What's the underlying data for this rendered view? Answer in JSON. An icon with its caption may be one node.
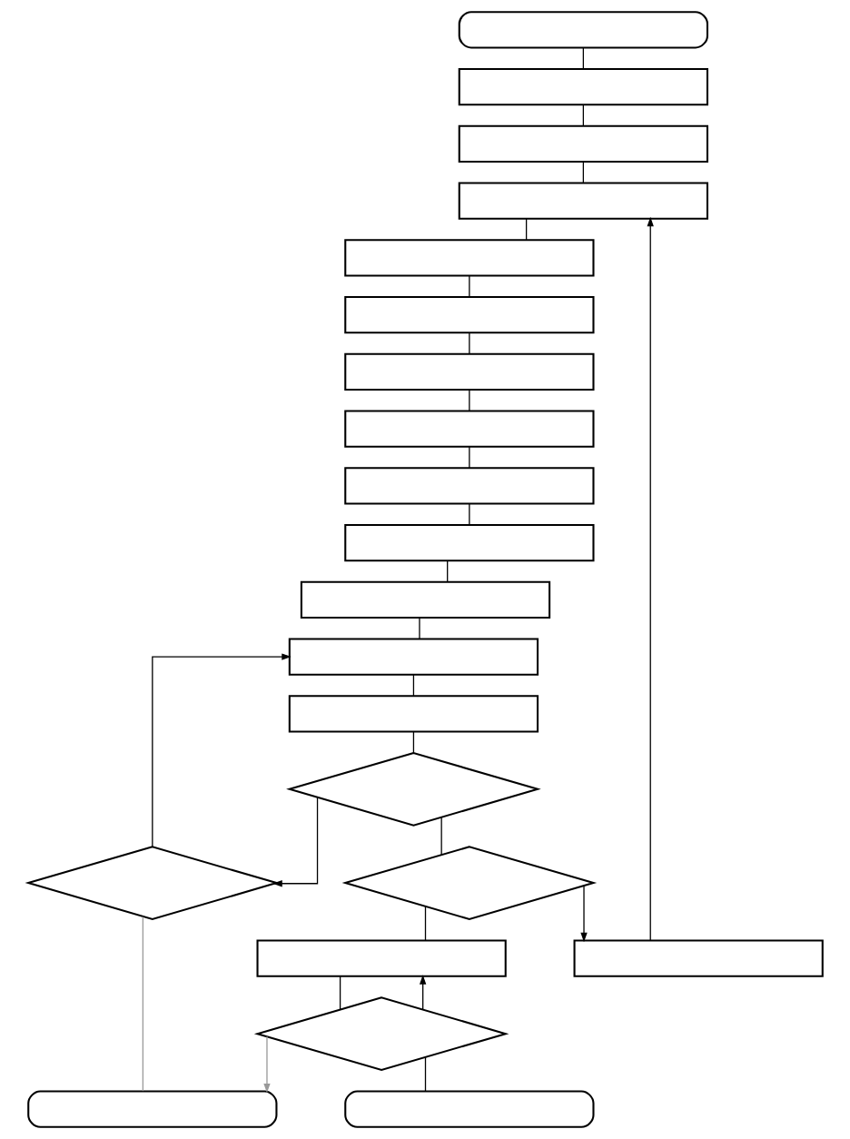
{
  "diagram": {
    "nodes": [
      {
        "text": [],
        "shape": "terminal"
      },
      {
        "text": [],
        "shape": "box"
      },
      {
        "text": [],
        "shape": "box"
      },
      {
        "text": [],
        "shape": "box"
      },
      {
        "text": [],
        "shape": "box"
      },
      {
        "text": [],
        "shape": "box"
      },
      {
        "text": [],
        "shape": "box"
      },
      {
        "text": [],
        "shape": "box"
      },
      {
        "text": [],
        "shape": "box"
      },
      {
        "text": [],
        "shape": "box"
      },
      {
        "text": [],
        "shape": "box"
      },
      {
        "text": [],
        "shape": "box"
      },
      {
        "text": [],
        "shape": "box"
      },
      {
        "text": [],
        "shape": "box"
      },
      {
        "text": [],
        "shape": "diamond"
      },
      {
        "text": [],
        "shape": "diamond"
      },
      {
        "text": [],
        "shape": "diamond"
      },
      {
        "text": [],
        "shape": "box"
      },
      {
        "text": [],
        "shape": "diamond"
      },
      {
        "text": [],
        "shape": "terminal"
      },
      {
        "text": [],
        "shape": "terminal"
      }
    ],
    "edges": [
      {
        "from": 0,
        "to": 1,
        "arrow": "none"
      },
      {
        "from": 1,
        "to": 2,
        "arrow": "none"
      },
      {
        "from": 2,
        "to": 3,
        "arrow": "none"
      },
      {
        "from": 3,
        "to": 4,
        "arrow": "none"
      },
      {
        "from": 4,
        "to": 5,
        "arrow": "none"
      },
      {
        "from": 5,
        "to": 6,
        "arrow": "none"
      },
      {
        "from": 6,
        "to": 7,
        "arrow": "none"
      },
      {
        "from": 7,
        "to": 8,
        "arrow": "none"
      },
      {
        "from": 8,
        "to": 9,
        "arrow": "none"
      },
      {
        "from": 9,
        "to": 11,
        "arrow": "none"
      },
      {
        "from": 11,
        "to": 12,
        "arrow": "none"
      },
      {
        "from": 12,
        "to": 13,
        "arrow": "none"
      },
      {
        "from": 13,
        "to": 15,
        "arrow": "none"
      },
      {
        "from": 15,
        "to": 14,
        "arrow": "to"
      },
      {
        "from": 14,
        "to": 12,
        "arrow": "to"
      },
      {
        "from": 14,
        "to": 20,
        "arrow": "none",
        "color": "#999999"
      },
      {
        "from": 15,
        "to": 16,
        "arrow": "none"
      },
      {
        "from": 16,
        "to": 10,
        "arrow": "to"
      },
      {
        "from": 10,
        "to": 3,
        "arrow": "to"
      },
      {
        "from": 16,
        "to": 17,
        "arrow": "none"
      },
      {
        "from": 17,
        "to": 18,
        "arrow": "none"
      },
      {
        "from": 18,
        "to": 17,
        "arrow": "to"
      },
      {
        "from": 18,
        "to": 20,
        "arrow": "to",
        "color": "#999999"
      },
      {
        "from": 18,
        "to": 19,
        "arrow": "none"
      }
    ]
  }
}
